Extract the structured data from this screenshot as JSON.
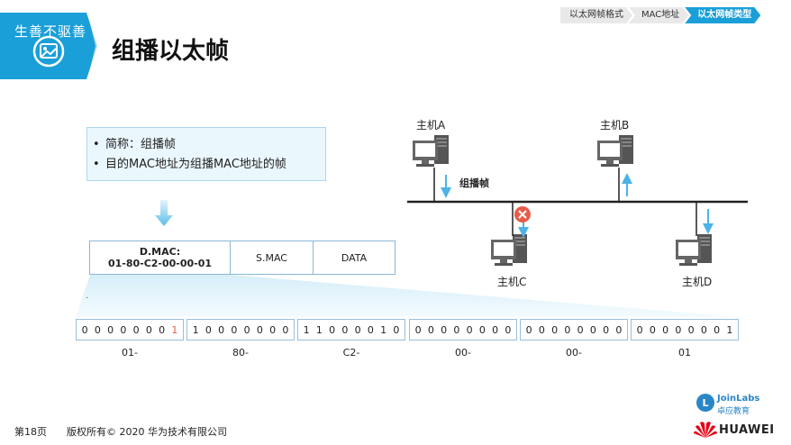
{
  "header": {
    "slogan": "生善不驱善",
    "title": "组播以太帧",
    "breadcrumb": [
      {
        "label": "以太网帧格式",
        "active": false
      },
      {
        "label": "MAC地址",
        "active": false
      },
      {
        "label": "以太网帧类型",
        "active": true
      }
    ]
  },
  "bullets": [
    "简称：组播帧",
    "目的MAC地址为组播MAC地址的帧"
  ],
  "frame": {
    "dmac_title": "D.MAC:",
    "dmac_value": "01-80-C2-00-00-01",
    "smac": "S.MAC",
    "data": "DATA"
  },
  "binary": {
    "octets": [
      {
        "bits": [
          "0",
          "0",
          "0",
          "0",
          "0",
          "0",
          "0",
          "1"
        ],
        "hex": "01-",
        "highlight_last": true
      },
      {
        "bits": [
          "1",
          "0",
          "0",
          "0",
          "0",
          "0",
          "0",
          "0"
        ],
        "hex": "80-",
        "highlight_last": false
      },
      {
        "bits": [
          "1",
          "1",
          "0",
          "0",
          "0",
          "0",
          "1",
          "0"
        ],
        "hex": "C2-",
        "highlight_last": false
      },
      {
        "bits": [
          "0",
          "0",
          "0",
          "0",
          "0",
          "0",
          "0",
          "0"
        ],
        "hex": "00-",
        "highlight_last": false
      },
      {
        "bits": [
          "0",
          "0",
          "0",
          "0",
          "0",
          "0",
          "0",
          "0"
        ],
        "hex": "00-",
        "highlight_last": false
      },
      {
        "bits": [
          "0",
          "0",
          "0",
          "0",
          "0",
          "0",
          "0",
          "1"
        ],
        "hex": "01",
        "highlight_last": false
      }
    ],
    "highlight_color": "#e85c4a"
  },
  "network": {
    "host_a": "主机A",
    "host_b": "主机B",
    "host_c": "主机C",
    "host_d": "主机D",
    "bus_label": "组播帧"
  },
  "footer": {
    "page": "第18页",
    "copyright": "版权所有© 2020 华为技术有限公司",
    "joinlabs_name": "JoinLabs",
    "joinlabs_sub": "卓应教育",
    "huawei": "HUAWEI"
  },
  "colors": {
    "accent": "#1b9fd8",
    "arrow": "#4db3e6",
    "error": "#e85c4a",
    "huawei_red": "#e60012"
  }
}
